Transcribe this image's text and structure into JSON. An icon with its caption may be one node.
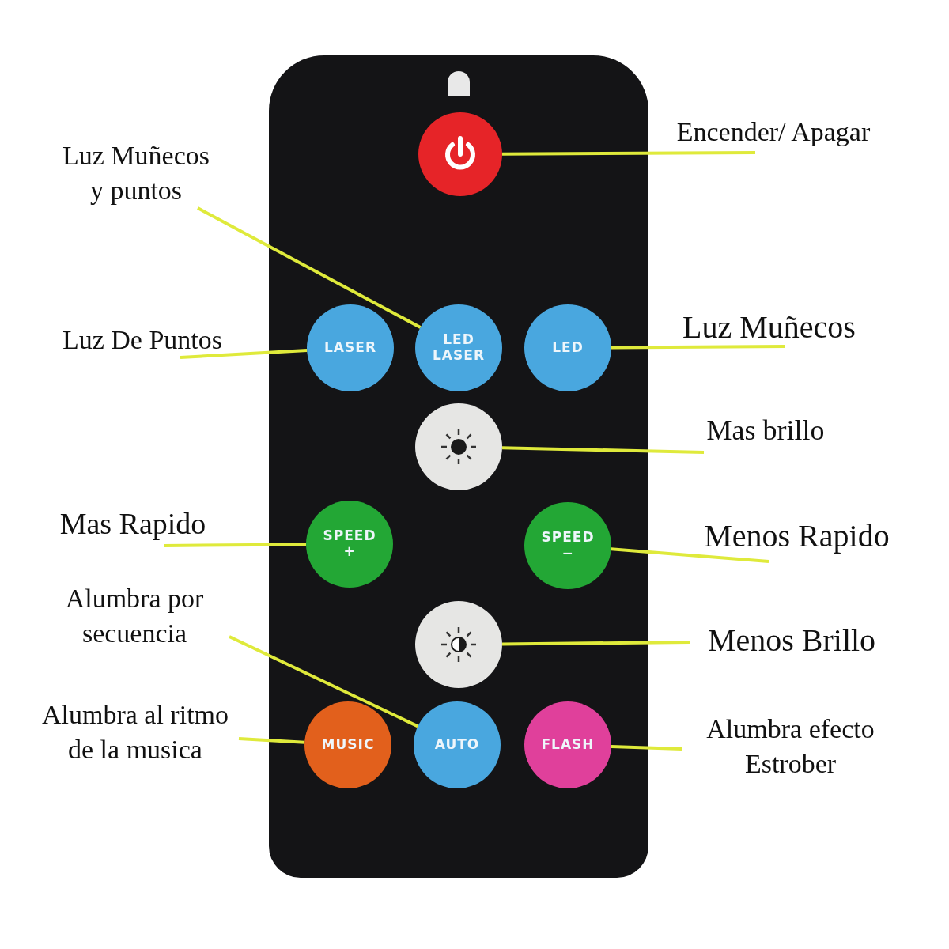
{
  "diagram": {
    "nodes": [
      {
        "text": [],
        "shape": "box"
      },
      {
        "text": [],
        "shape": "circle",
        "in": 0
      },
      {
        "text": [
          "LASER"
        ],
        "in": 0
      },
      {
        "text": [
          "LED LASER"
        ],
        "in": 0
      },
      {
        "text": [
          "LED"
        ],
        "in": 0
      },
      {
        "text": [],
        "shape": "circle",
        "in": 0
      },
      {
        "text": [
          "SPEED",
          "+"
        ],
        "in": 0
      },
      {
        "text": [
          "SPEED",
          "−"
        ],
        "in": 0
      },
      {
        "text": [],
        "shape": "circle",
        "in": 0
      },
      {
        "text": [
          "MUSIC"
        ],
        "in": 0
      },
      {
        "text": [
          "AUTO"
        ],
        "in": 0
      },
      {
        "text": [
          "FLASH"
        ],
        "in": 0
      },
      {
        "text": [
          "Encender/ Apagar"
        ]
      },
      {
        "text": [
          "Luz Muñecos y puntos"
        ]
      },
      {
        "text": [
          "Luz De Puntos"
        ]
      },
      {
        "text": [
          "Luz Muñecos"
        ]
      },
      {
        "text": [
          "Mas brillo"
        ]
      },
      {
        "text": [
          "Mas Rapido"
        ]
      },
      {
        "text": [
          "Menos Rapido"
        ]
      },
      {
        "text": [
          "Alumbra por secuencia"
        ]
      },
      {
        "text": [
          "Menos Brillo"
        ]
      },
      {
        "text": [
          "Alumbra al ritmo de la musica"
        ]
      },
      {
        "text": [
          "Alumbra efecto Estrober"
        ]
      }
    ],
    "edges": [
      {
        "from": 12,
        "to": 1,
        "arrow": "none"
      },
      {
        "from": 13,
        "to": 3,
        "arrow": "none"
      },
      {
        "from": 14,
        "to": 2,
        "arrow": "none"
      },
      {
        "from": 15,
        "to": 4,
        "arrow": "none"
      },
      {
        "from": 16,
        "to": 5,
        "arrow": "none"
      },
      {
        "from": 17,
        "to": 6,
        "arrow": "none"
      },
      {
        "from": 18,
        "to": 7,
        "arrow": "none"
      },
      {
        "from": 19,
        "to": 10,
        "arrow": "none"
      },
      {
        "from": 20,
        "to": 8,
        "arrow": "none"
      },
      {
        "from": 21,
        "to": 9,
        "arrow": "none"
      },
      {
        "from": 22,
        "to": 11,
        "arrow": "none"
      }
    ]
  }
}
